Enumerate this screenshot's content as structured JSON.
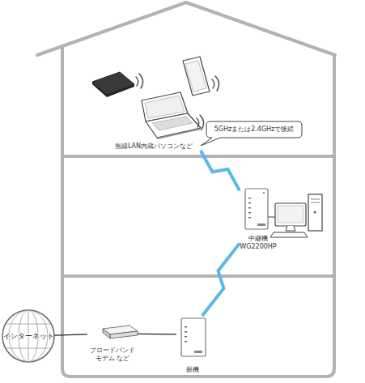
{
  "diagram": {
    "nodes": [
      {
        "text": [
          "無線LAN内蔵パソコンなど"
        ]
      },
      {
        "text": [
          "5GHzまたは2.4GHzで接続"
        ]
      },
      {
        "text": [
          "中継機 WG2200HP"
        ]
      },
      {
        "text": [
          "インターネット"
        ]
      },
      {
        "text": [
          "ブロードバンド モデム など"
        ]
      },
      {
        "text": [
          "親機"
        ]
      }
    ],
    "edges": [
      {
        "from": 3,
        "to": 4,
        "arrow": "none"
      },
      {
        "from": 4,
        "to": 5,
        "arrow": "none"
      },
      {
        "from": 5,
        "to": 2,
        "arrow": "none"
      },
      {
        "from": 2,
        "to": 0,
        "arrow": "none"
      }
    ]
  }
}
